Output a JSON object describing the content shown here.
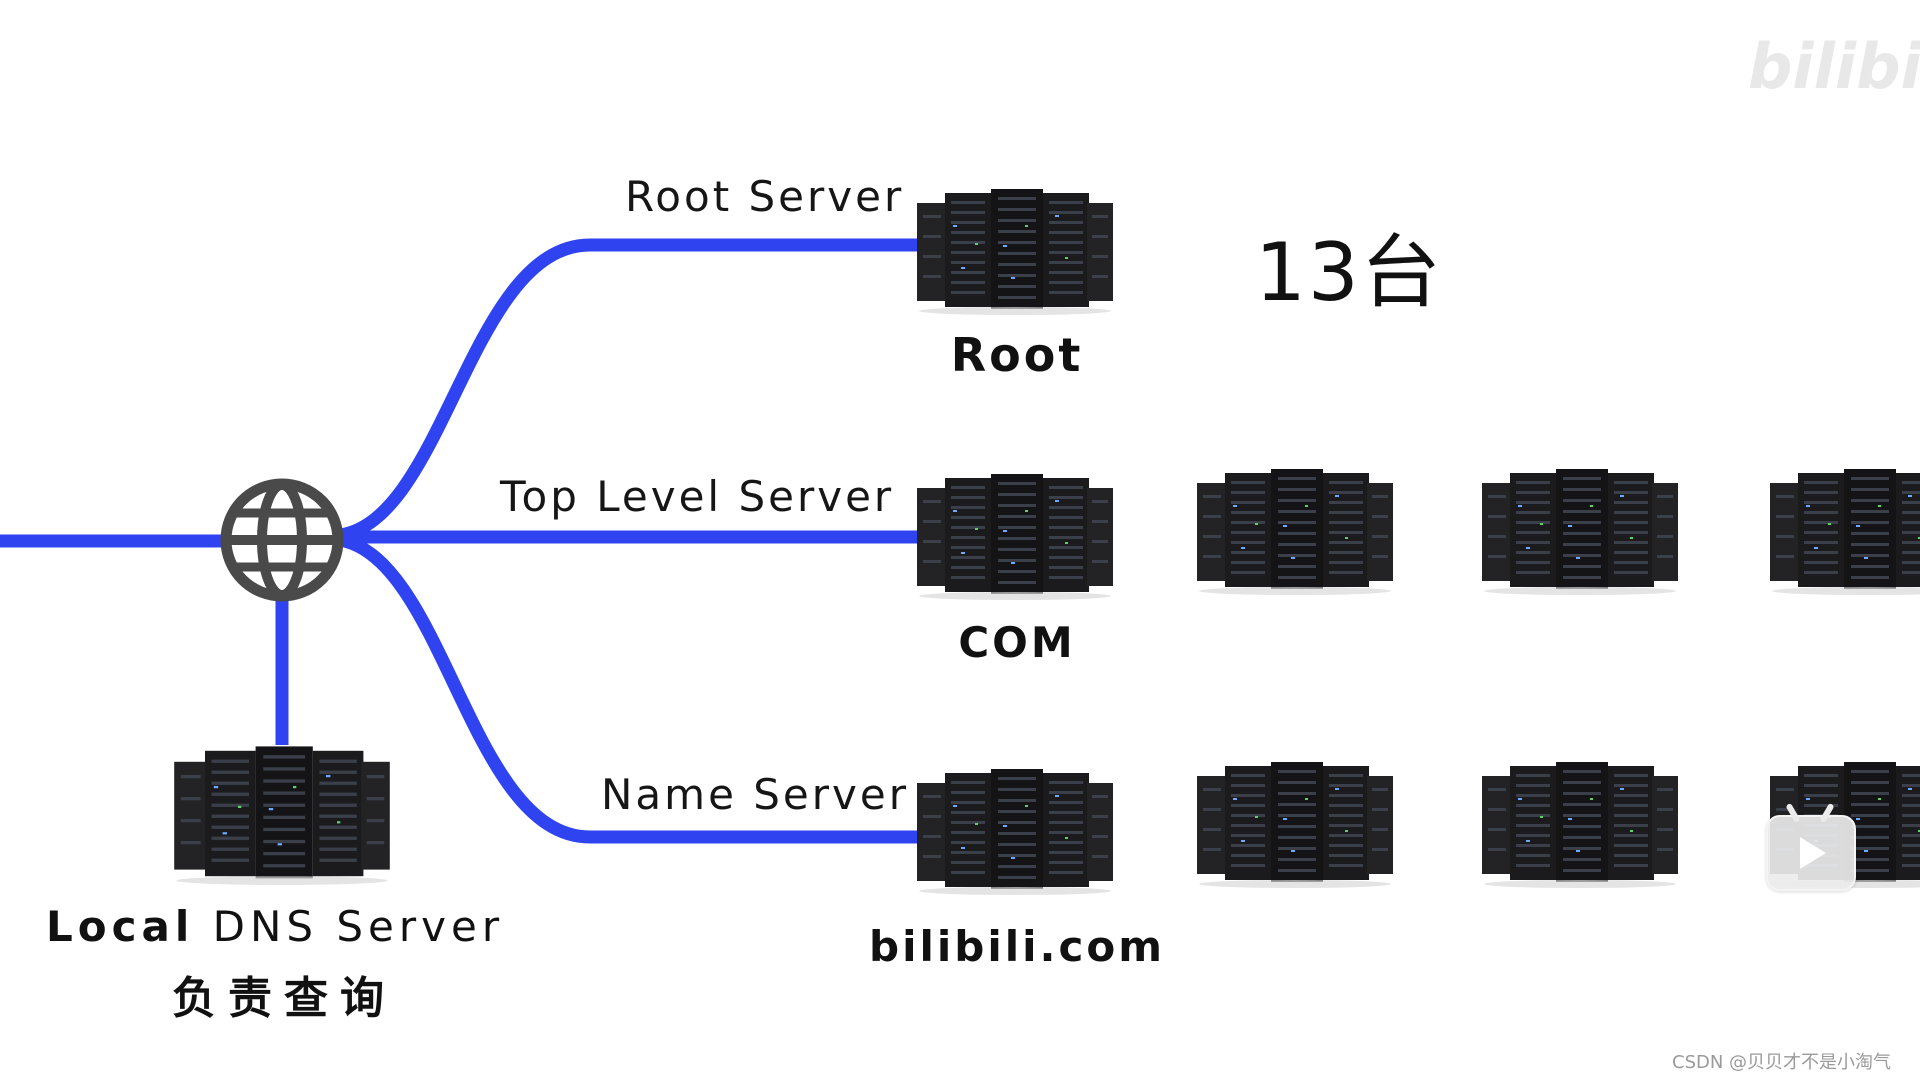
{
  "watermark": {
    "brand": "bilibili"
  },
  "count_label": "13台",
  "lines": {
    "root": "Root Server",
    "tld": "Top Level Server",
    "name": "Name Server"
  },
  "servers": {
    "root": "Root",
    "com": "COM",
    "bilibili": "bilibili.com",
    "local_line1_bold": "Local",
    "local_line1_rest": "DNS Server",
    "local_line2": "负责查询"
  },
  "credit": "CSDN @贝贝才不是小淘气",
  "colors": {
    "line": "#2f43f0",
    "globe": "#4a4a4a",
    "rack_dark": "#1a1a1c",
    "rack_led": "#6fa8ff"
  },
  "icons": {
    "hub": "globe-icon",
    "server": "server-rack-icon",
    "player": "play-icon"
  }
}
